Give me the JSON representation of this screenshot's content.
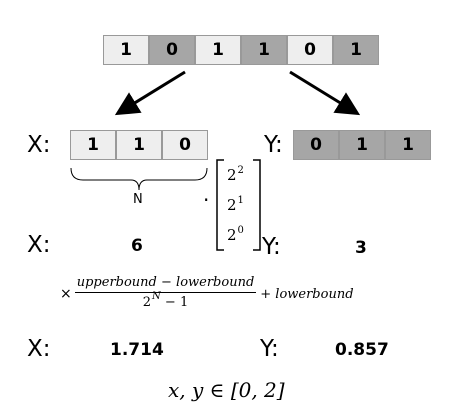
{
  "top_bits": [
    "1",
    "0",
    "1",
    "1",
    "0",
    "1"
  ],
  "x_label": "X:",
  "y_label": "Y:",
  "x_bits": [
    "1",
    "1",
    "0"
  ],
  "y_bits": [
    "0",
    "1",
    "1"
  ],
  "n_label": "N",
  "dot_symbol": "·",
  "powers": [
    {
      "base": "2",
      "exp": "2"
    },
    {
      "base": "2",
      "exp": "1"
    },
    {
      "base": "2",
      "exp": "0"
    }
  ],
  "decimal": {
    "x": "6",
    "y": "3"
  },
  "formula": {
    "times": "×",
    "numerator": "upperbound − lowerbound",
    "denominator_base": "2",
    "denominator_exp": "N",
    "denominator_tail": " − 1",
    "tail": "+ lowerbound"
  },
  "scaled": {
    "x": "1.714",
    "y": "0.857"
  },
  "domain": "x, y ∈ [0, 2]",
  "colors": {
    "light_cell": "#eeeeee",
    "dark_cell": "#a6a6a6",
    "cell_border": "#999999"
  }
}
